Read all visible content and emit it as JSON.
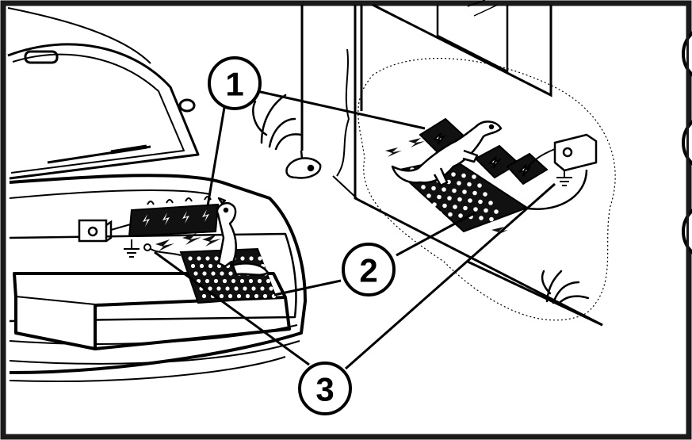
{
  "callouts": [
    {
      "id": "1",
      "label": "1"
    },
    {
      "id": "2",
      "label": "2"
    },
    {
      "id": "3",
      "label": "3"
    }
  ],
  "colors": {
    "ink": "#000000",
    "paper": "#ffffff",
    "frame": "#1a1a1a"
  },
  "icons": {
    "car": "car-trunk-icon",
    "house": "house-wall-icon",
    "marten": "marten-icon",
    "plate": "contact-plate-icon",
    "mat": "studded-mat-icon",
    "box": "power-unit-icon",
    "ground": "ground-icon",
    "bait": "bait-icon",
    "grass": "grass-icon"
  }
}
